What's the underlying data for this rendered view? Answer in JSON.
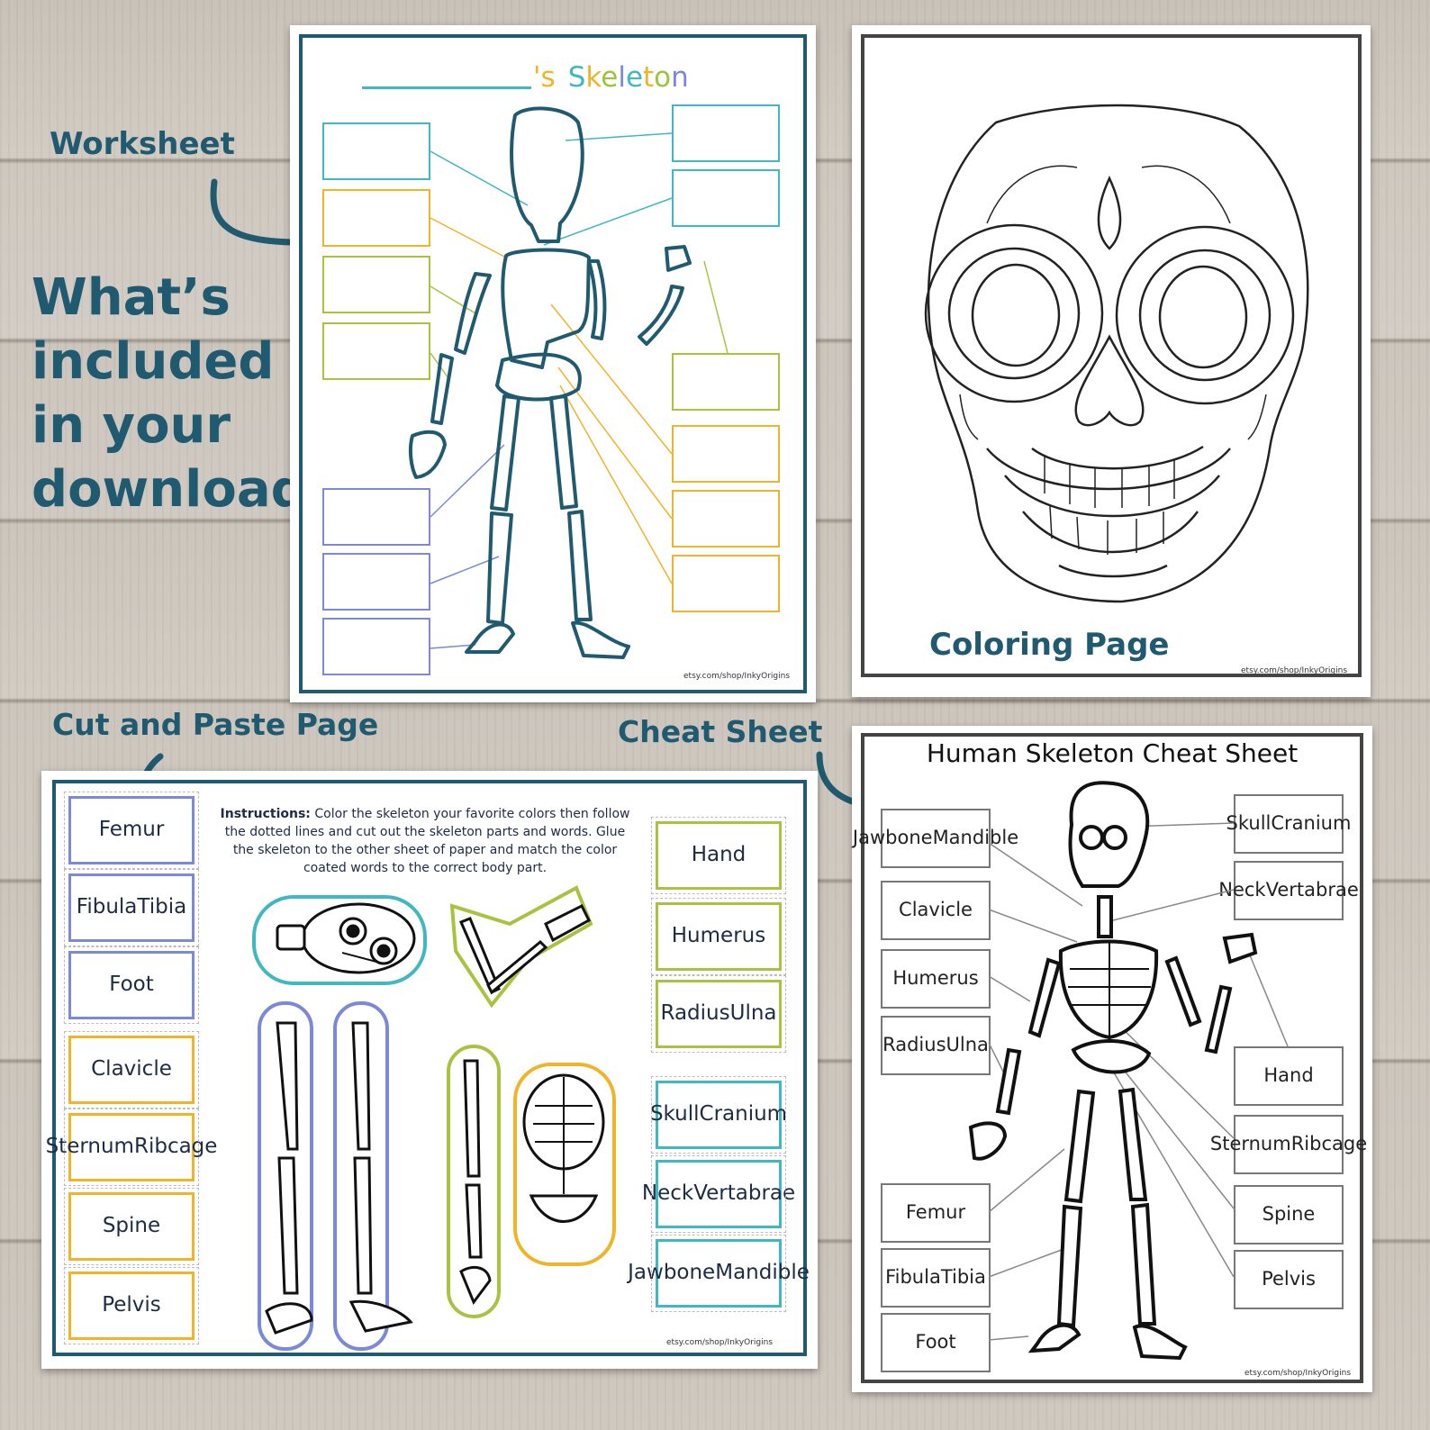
{
  "callouts": {
    "worksheet": "Worksheet",
    "whats_included": [
      "What’s",
      "included",
      "in your",
      "download?"
    ],
    "coloring_page": "Coloring Page",
    "cut_and_paste": "Cut and Paste Page",
    "cheat_sheet": "Cheat Sheet"
  },
  "worksheet": {
    "title_suffix": "'s",
    "title_letters": [
      "S",
      "k",
      "e",
      "l",
      "e",
      "t",
      "o",
      "n"
    ],
    "title_colors": [
      "#3fb8c2",
      "#f0b429",
      "#9bc53d",
      "#7b89d6",
      "#3fb8c2",
      "#f0b429",
      "#9bc53d",
      "#7b89d6"
    ],
    "credit": "etsy.com/shop/InkyOrigins"
  },
  "coloring": {
    "credit": "etsy.com/shop/InkyOrigins"
  },
  "cutpaste": {
    "instructions_bold": "Instructions:",
    "instructions_text": "Color the skeleton your favorite colors then follow the dotted lines and cut out the skeleton parts and words. Glue the skeleton to the other sheet of paper and match the color coated words to the correct body part.",
    "left_labels": [
      {
        "text": "Femur",
        "color": "#7b89d6"
      },
      {
        "text": "Fibula\nTibia",
        "color": "#7b89d6"
      },
      {
        "text": "Foot",
        "color": "#7b89d6"
      },
      {
        "text": "Clavicle",
        "color": "#f0b429"
      },
      {
        "text": "Sternum\nRibcage",
        "color": "#f0b429"
      },
      {
        "text": "Spine",
        "color": "#f0b429"
      },
      {
        "text": "Pelvis",
        "color": "#f0b429"
      }
    ],
    "right_labels": [
      {
        "text": "Hand",
        "color": "#a9c23f"
      },
      {
        "text": "Humerus",
        "color": "#a9c23f"
      },
      {
        "text": "Radius\nUlna",
        "color": "#a9c23f"
      },
      {
        "text": "Skull\nCranium",
        "color": "#3fb8c2"
      },
      {
        "text": "Neck\nVertabrae",
        "color": "#3fb8c2"
      },
      {
        "text": "Jawbone\nMandible",
        "color": "#3fb8c2"
      }
    ],
    "credit": "etsy.com/shop/InkyOrigins"
  },
  "cheatsheet": {
    "title": "Human Skeleton Cheat Sheet",
    "left_labels": [
      "Jawbone\nMandible",
      "Clavicle",
      "Humerus",
      "Radius\nUlna",
      "Femur",
      "Fibula\nTibia",
      "Foot"
    ],
    "right_labels": [
      "Skull\nCranium",
      "Neck\nVertabrae",
      "Hand",
      "Sternum\nRibcage",
      "Spine",
      "Pelvis"
    ],
    "credit": "etsy.com/shop/InkyOrigins"
  }
}
